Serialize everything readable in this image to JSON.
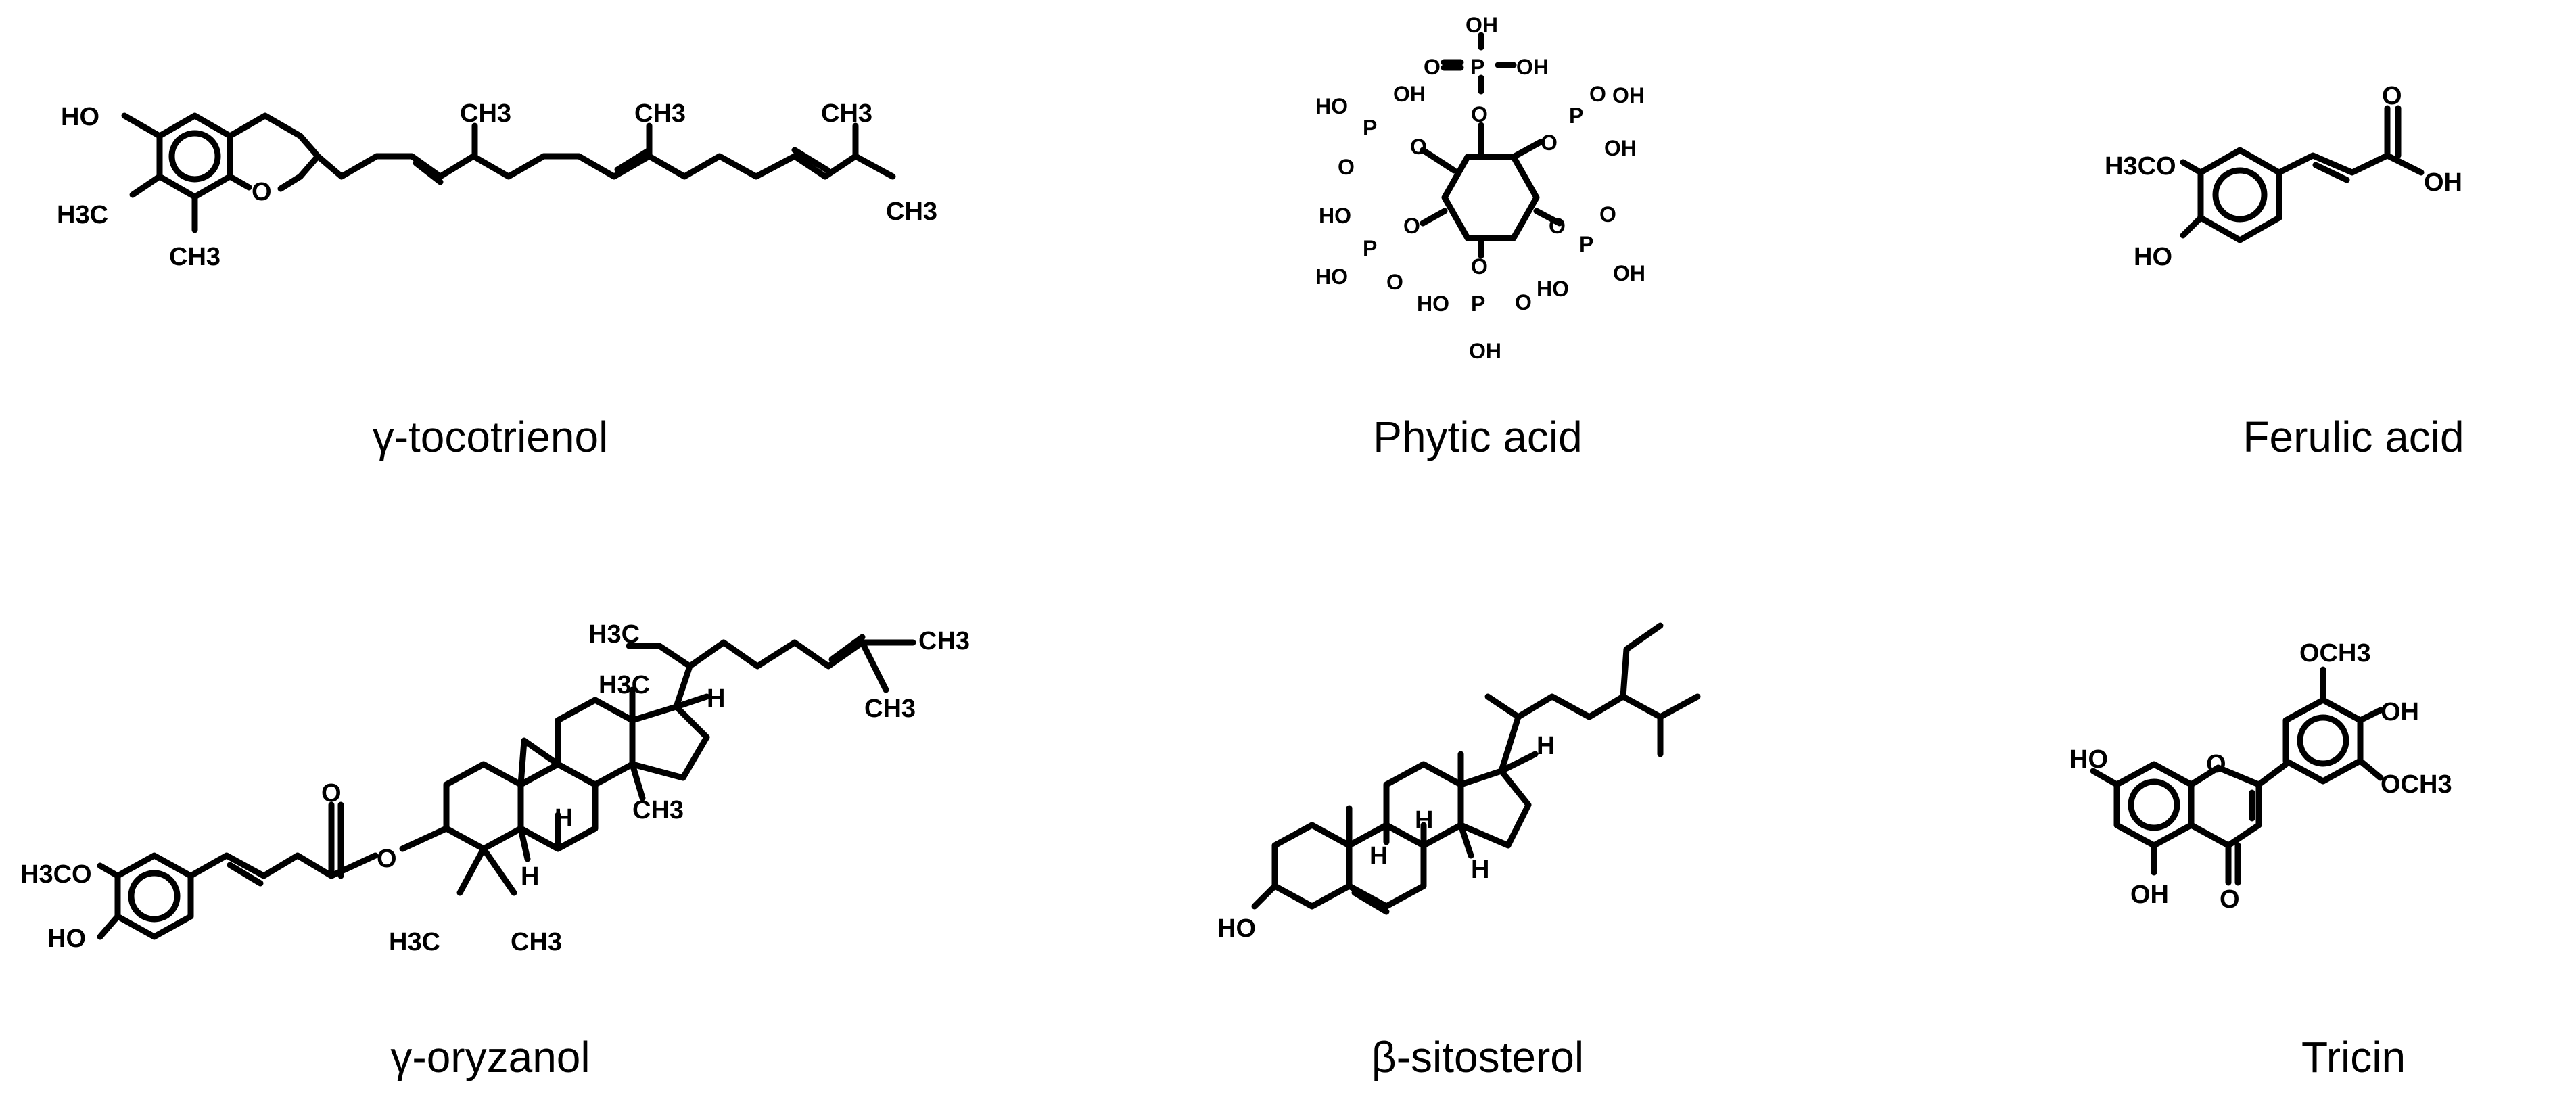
{
  "compounds": [
    {
      "id": "gamma-tocotrienol",
      "name": "γ-tocotrienol",
      "labels": {
        "ho": "HO",
        "h3c": "H3C",
        "ch3_8": "CH3",
        "o": "O",
        "ch3_a": "CH3",
        "ch3_b": "CH3",
        "ch3_c": "CH3",
        "ch3_d": "CH3"
      }
    },
    {
      "id": "phytic-acid",
      "name": "Phytic acid",
      "labels": {
        "oh": "OH",
        "o": "O",
        "p": "P",
        "ho": "HO"
      }
    },
    {
      "id": "ferulic-acid",
      "name": "Ferulic acid",
      "labels": {
        "h3co": "H3CO",
        "ho": "HO",
        "o": "O",
        "oh": "OH"
      }
    },
    {
      "id": "gamma-oryzanol",
      "name": "γ-oryzanol",
      "labels": {
        "h3co": "H3CO",
        "ho": "HO",
        "o": "O",
        "h3c": "H3C",
        "ch3": "CH3",
        "h": "H"
      }
    },
    {
      "id": "beta-sitosterol",
      "name": "β-sitosterol",
      "labels": {
        "ho": "HO",
        "h": "H"
      }
    },
    {
      "id": "tricin",
      "name": "Tricin",
      "labels": {
        "och3": "OCH3",
        "oh": "OH",
        "ho": "HO",
        "o": "O"
      }
    }
  ]
}
